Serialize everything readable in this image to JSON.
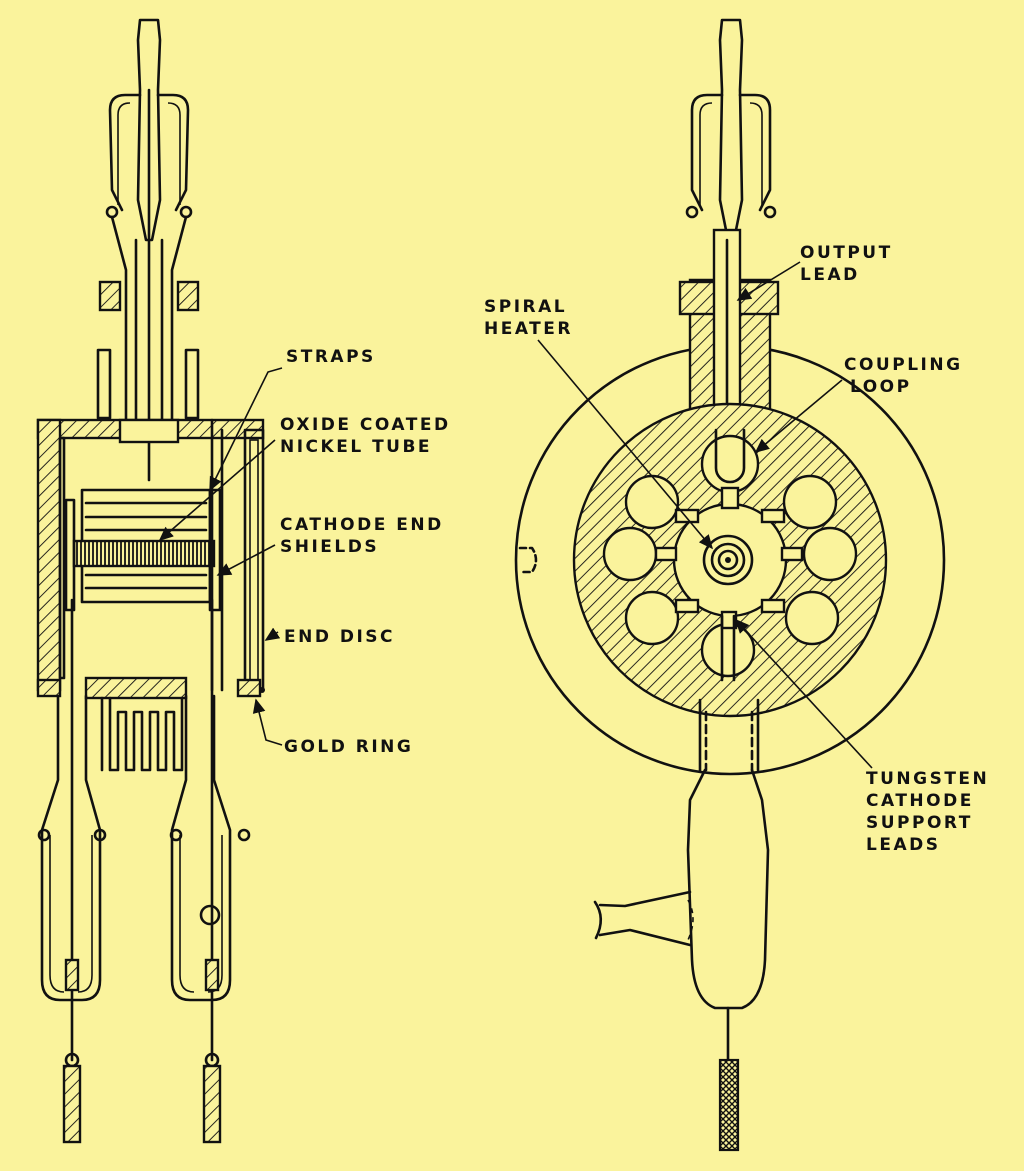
{
  "colors": {
    "background": "#faf39c",
    "ink": "#111111"
  },
  "labels": {
    "straps": "STRAPS",
    "oxide_1": "OXIDE COATED",
    "oxide_2": "NICKEL TUBE",
    "cathode_1": "CATHODE END",
    "cathode_2": "SHIELDS",
    "end_disc": "END DISC",
    "gold_ring": "GOLD RING",
    "output_1": "OUTPUT",
    "output_2": "LEAD",
    "spiral_1": "SPIRAL",
    "spiral_2": "HEATER",
    "coupling_1": "COUPLING",
    "coupling_2": "LOOP",
    "tungsten_1": "TUNGSTEN",
    "tungsten_2": "CATHODE",
    "tungsten_3": "SUPPORT",
    "tungsten_4": "LEADS"
  }
}
